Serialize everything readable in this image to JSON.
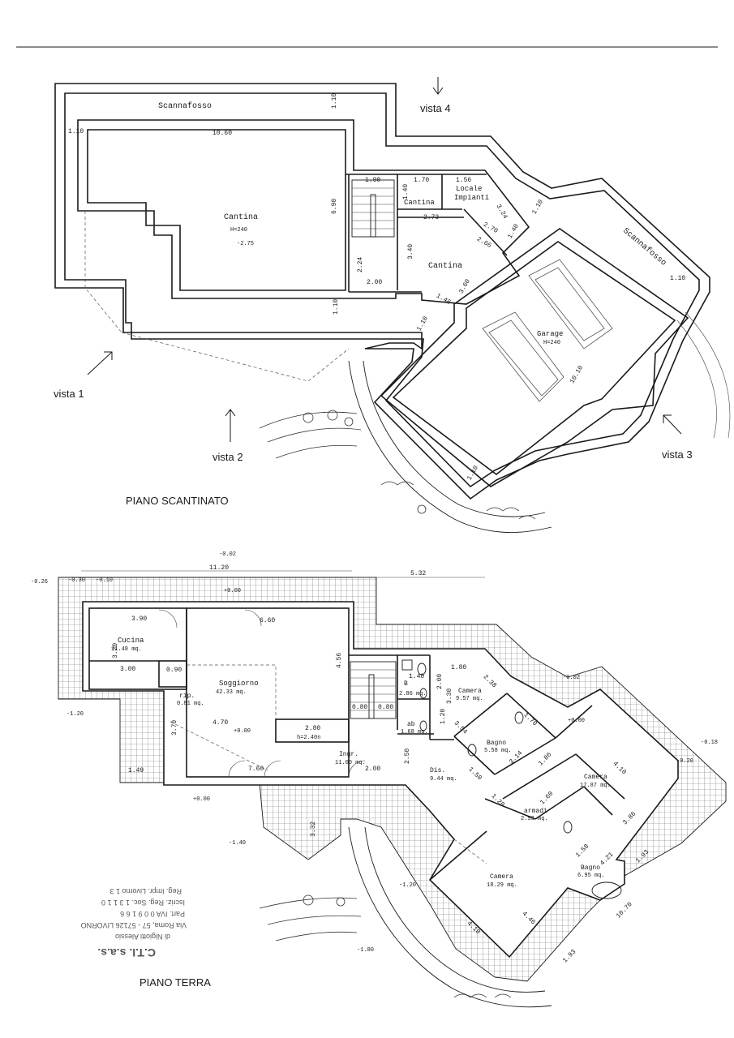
{
  "basement": {
    "title": "PIANO SCANTINATO",
    "views": [
      "vista 1",
      "vista 2",
      "vista 3",
      "vista 4"
    ],
    "rooms": {
      "cantina_main": "Cantina",
      "cantina_main_h": "H=240",
      "cantina_small": "Cantina",
      "locale": "Locale",
      "impianti": "Impianti",
      "cantina_right": "Cantina",
      "garage": "Garage",
      "garage_h": "H=240",
      "scannafosso_top": "Scannafosso",
      "scannafosso_right": "Scannafosso"
    },
    "levels": {
      "cantina": "-2.75"
    },
    "dims": {
      "top_wall": "1.10",
      "left_wall": "1.10",
      "width": "10.60",
      "height": "6.90",
      "stair_w": "1.90",
      "c1": "1.70",
      "c2": "1.56",
      "d273": "2.73",
      "d140a": "1.40",
      "d324": "3.24",
      "d270": "2.70",
      "d266": "2.66",
      "d140b": "1.40",
      "d110r": "1.10",
      "d224": "2.24",
      "d340": "3.40",
      "d200": "2.00",
      "d360": "3.60",
      "d146": "1.46",
      "d110b": "1.10",
      "d110c": "1.10",
      "d110s": "1.10",
      "d1010": "10.10",
      "d110e": "1.10"
    }
  },
  "ground": {
    "title": "PIANO TERRA",
    "rooms": {
      "cucina": "Cucina",
      "cucina_mq": "11.48 mq.",
      "soggiorno": "Soggiorno",
      "soggiorno_mq": "42.33 mq.",
      "rip": "rip.",
      "rip_mq": "0.81 mq.",
      "ingr": "Ingr.",
      "ingr_mq": "11.00 mq.",
      "b": "B",
      "b_mq": "2.86 mq.",
      "ab": "ab",
      "ab_mq": "1.68 mq.",
      "dis": "Dis.",
      "dis_mq": "9.44 mq.",
      "camera1": "Camera",
      "camera1_mq": "9.57 mq.",
      "bagno1": "Bagno",
      "bagno1_mq": "5.58 mq.",
      "camera2": "Camera",
      "camera2_mq": "17.87 mq.",
      "armadi": "armadi",
      "armadi_mq": "2.53 mq.",
      "bagno2": "Bagno",
      "bagno2_mq": "6.95 mq.",
      "camera3": "Camera",
      "camera3_mq": "18.29 mq."
    },
    "levels": {
      "l1": "-0.02",
      "l2": "-0.26",
      "l3": "-0.30",
      "l4": "-0.10",
      "l5": "+0.00",
      "l6": "-1.20",
      "l7": "+0.00",
      "l8": "+0.00",
      "l9": "-1.40",
      "l10": "-0.02",
      "l11": "+0.00",
      "l12": "-0.18",
      "l13": "-0.20",
      "l14": "-1.20",
      "l15": "-1.80"
    },
    "dims": {
      "d1120": "11.20",
      "d532": "5.32",
      "d390": "3.90",
      "d320": "3.20",
      "d300": "3.00",
      "d090": "0.90",
      "d660": "6.60",
      "d456": "4.56",
      "d470": "4.70",
      "d280": "2.80",
      "h240": "h=2.40n",
      "d370": "3.70",
      "d760": "7.60",
      "d200": "2.00",
      "d080a": "0.80",
      "d080b": "0.80",
      "d140": "1.40",
      "d200b": "2.00",
      "d180": "1.80",
      "d238": "2.38",
      "d330": "3.30",
      "d120": "1.20",
      "d354": "3.54",
      "d314": "3.14",
      "d150": "1.50",
      "d170": "1.70",
      "d186": "1.86",
      "d410a": "4.10",
      "d386": "3.86",
      "d120b": "1.20",
      "d160": "1.60",
      "d158": "1.58",
      "d421": "4.21",
      "d193a": "1.93",
      "d193b": "1.93",
      "d1070": "10.70",
      "d446": "4.46",
      "d410b": "4.10",
      "d332": "3.32",
      "d149": "1.49",
      "d250": "2.50"
    }
  },
  "stamp": {
    "company": "C.T.I. s.a.s.",
    "line1": "di Nigiotti Alessio",
    "line2": "Via Roma, 57 - 57126 LIVORNO",
    "line3": "Part. IVA 0 0 9 1 6 6",
    "line4": "Iscriz. Reg. Soc. 1 3 1 1 0",
    "line5": "Reg. Impr. Livorno 1 3"
  }
}
